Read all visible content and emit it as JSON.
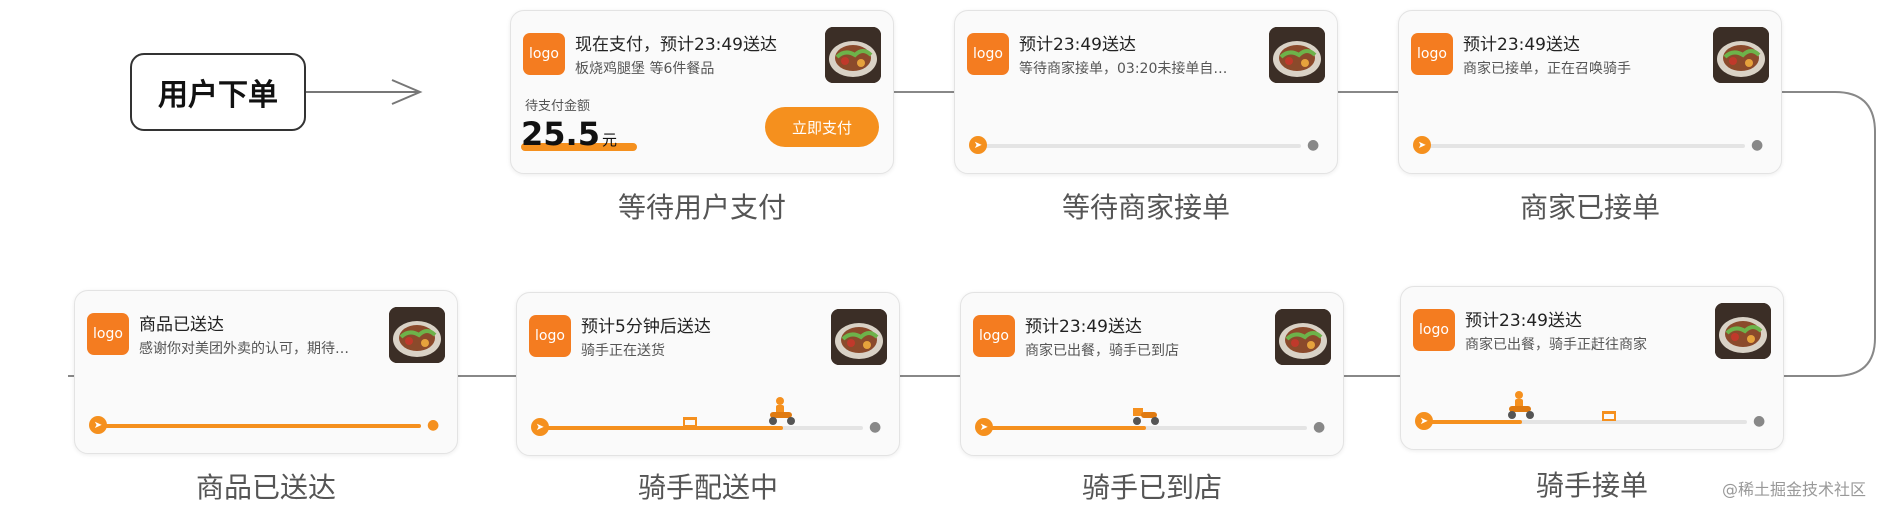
{
  "start": {
    "label": "用户下单"
  },
  "logo_text": "logo",
  "cards": [
    {
      "id": "await-pay",
      "title": "现在支付，预计23:49送达",
      "subtitle": "板烧鸡腿堡 等6件餐品",
      "stage": "等待用户支付",
      "payment": {
        "label": "待支付金额",
        "amount": "25.5",
        "unit": "元",
        "button": "立即支付"
      }
    },
    {
      "id": "await-merchant",
      "title": "预计23:49送达",
      "subtitle": "等待商家接单，03:20未接单自…",
      "stage": "等待商家接单",
      "progress": 0
    },
    {
      "id": "merchant-accepted",
      "title": "预计23:49送达",
      "subtitle": "商家已接单，正在召唤骑手",
      "stage": "商家已接单",
      "progress": 0
    },
    {
      "id": "rider-accepted",
      "title": "预计23:49送达",
      "subtitle": "商家已出餐，骑手正赶往商家",
      "stage": "骑手接单",
      "progress": 0.3
    },
    {
      "id": "rider-at-store",
      "title": "预计23:49送达",
      "subtitle": "商家已出餐，骑手已到店",
      "stage": "骑手已到店",
      "progress": 0.5
    },
    {
      "id": "delivering",
      "title": "预计5分钟后送达",
      "subtitle": "骑手正在送货",
      "stage": "骑手配送中",
      "progress": 0.75
    },
    {
      "id": "delivered",
      "title": "商品已送达",
      "subtitle": "感谢你对美团外卖的认可，期待…",
      "stage": "商品已送达",
      "progress": 1
    }
  ],
  "watermark": "@稀土掘金技术社区",
  "colors": {
    "accent": "#f5901e",
    "logo": "#f47c20",
    "track": "#e4e4e4"
  }
}
